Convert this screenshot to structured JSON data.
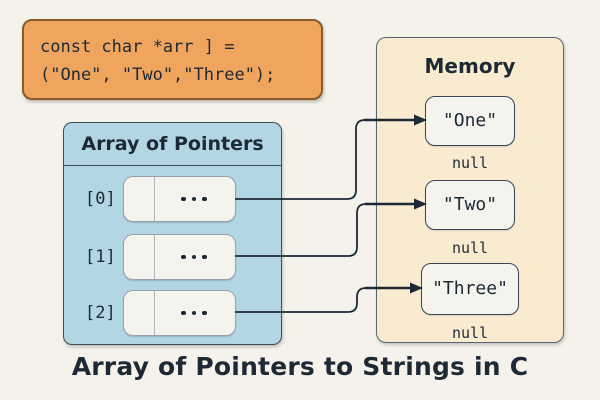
{
  "caption": "Array of Pointers to Strings in C",
  "code_box": {
    "lines": [
      "const char *arr ] =",
      "(\"One\", \"Two\",\"Three\");"
    ]
  },
  "pointer_array": {
    "title": "Array of Pointers",
    "rows": [
      {
        "index_label": "[0]",
        "value": "..."
      },
      {
        "index_label": "[1]",
        "value": "..."
      },
      {
        "index_label": "[2]",
        "value": "..."
      }
    ]
  },
  "memory": {
    "title": "Memory",
    "cells": [
      {
        "value": "\"One\"",
        "terminator": "null"
      },
      {
        "value": "\"Two\"",
        "terminator": "null"
      },
      {
        "value": "\"Three\"",
        "terminator": "null"
      }
    ]
  },
  "colors": {
    "background": "#f5f2ec",
    "code_fill": "#f0a55e",
    "code_border": "#8a5a28",
    "array_fill": "#b2d6e4",
    "array_border": "#3e4c58",
    "memory_fill": "#f9ebd0",
    "memory_border": "#5b6370",
    "cell_fill": "#f5f3ee",
    "cell_border": "#97a1ab",
    "string_border": "#3a4554",
    "ink": "#1e2936"
  }
}
